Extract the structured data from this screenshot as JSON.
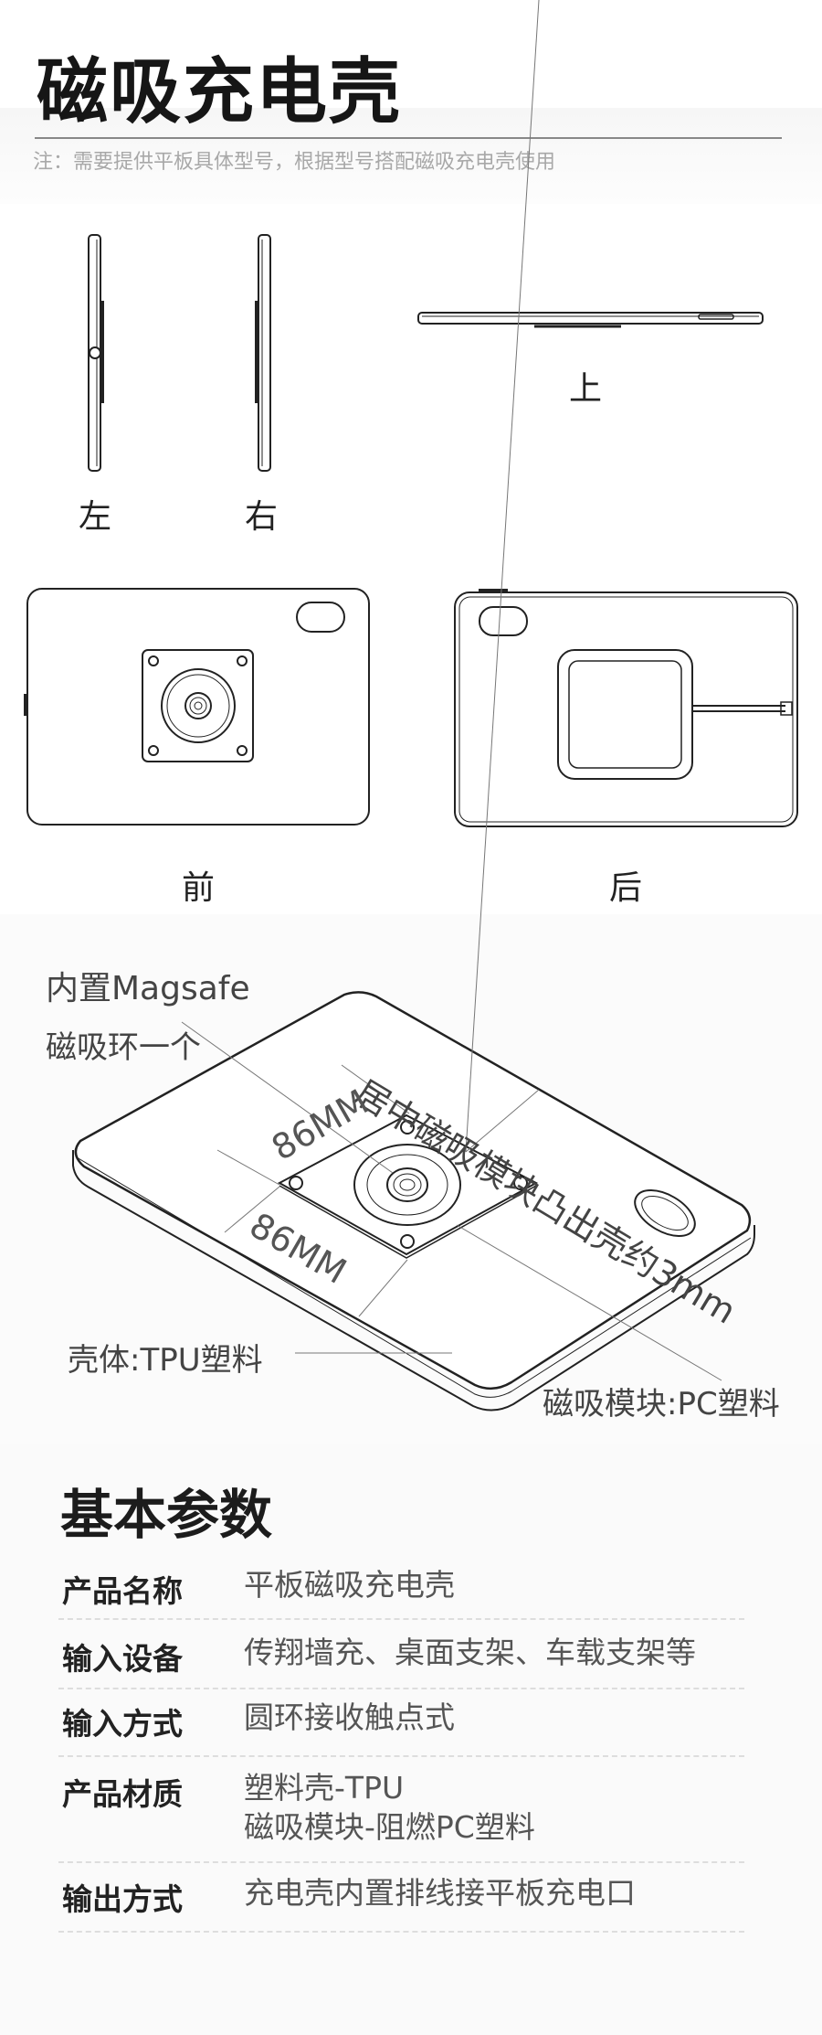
{
  "header": {
    "title": "磁吸充电壳",
    "note": "注：需要提供平板具体型号，根据型号搭配磁吸充电壳使用"
  },
  "views": {
    "left": "左",
    "right": "右",
    "top": "上",
    "front": "前",
    "back": "后"
  },
  "isometric": {
    "magsafe_line1": "内置Magsafe",
    "magsafe_line2": "磁吸环一个",
    "center_note": "居中磁吸模块凸出壳约3mm",
    "dim_1": "86MM",
    "dim_2": "86MM",
    "shell_material": "壳体:TPU塑料",
    "module_material": "磁吸模块:PC塑料"
  },
  "params": {
    "title": "基本参数",
    "rows": [
      {
        "label": "产品名称",
        "value": "平板磁吸充电壳"
      },
      {
        "label": "输入设备",
        "value": "传翔墙充、桌面支架、车载支架等"
      },
      {
        "label": "输入方式",
        "value": "圆环接收触点式"
      },
      {
        "label": "产品材质",
        "value": "塑料壳-TPU",
        "value2": "磁吸模块-阻燃PC塑料"
      },
      {
        "label": "输出方式",
        "value": "充电壳内置排线接平板充电口"
      }
    ]
  }
}
